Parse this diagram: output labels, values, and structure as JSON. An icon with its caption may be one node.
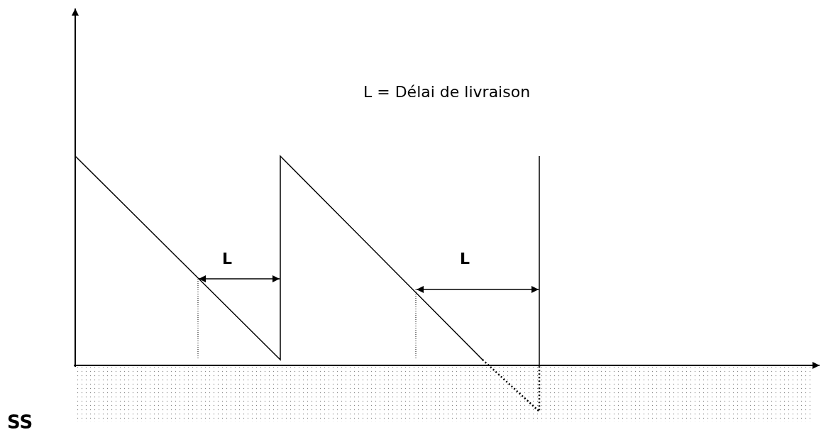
{
  "diagram": {
    "labels": [
      "L = Délai de livraison",
      "L",
      "L",
      "SS"
    ]
  }
}
